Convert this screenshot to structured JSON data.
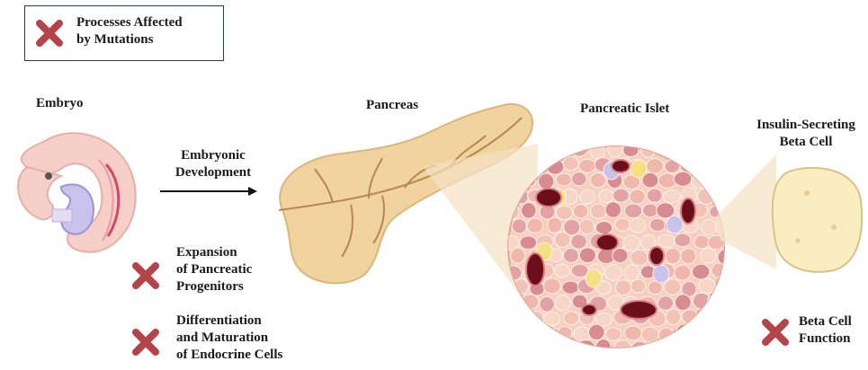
{
  "legend": {
    "text": "Processes Affected\nby Mutations",
    "icon": "red-x-icon",
    "color": "#b5444a"
  },
  "stages": {
    "embryo": "Embryo",
    "arrow_label": "Embryonic\nDevelopment",
    "pancreas": "Pancreas",
    "islet": "Pancreatic Islet",
    "beta_cell": "Insulin-Secreting\nBeta Cell"
  },
  "affected_processes": [
    {
      "text": "Expansion\nof Pancreatic\nProgenitors",
      "icon": "red-x-icon"
    },
    {
      "text": "Differentiation\nand Maturation\nof Endocrine Cells",
      "icon": "red-x-icon"
    },
    {
      "text": "Beta Cell\nFunction",
      "icon": "red-x-icon"
    }
  ],
  "colors": {
    "x_mark": "#b5444a",
    "pancreas": "#f1d3a0",
    "islet_cell": "#e3a3a6",
    "beta_cell_fill": "#faedbf"
  }
}
